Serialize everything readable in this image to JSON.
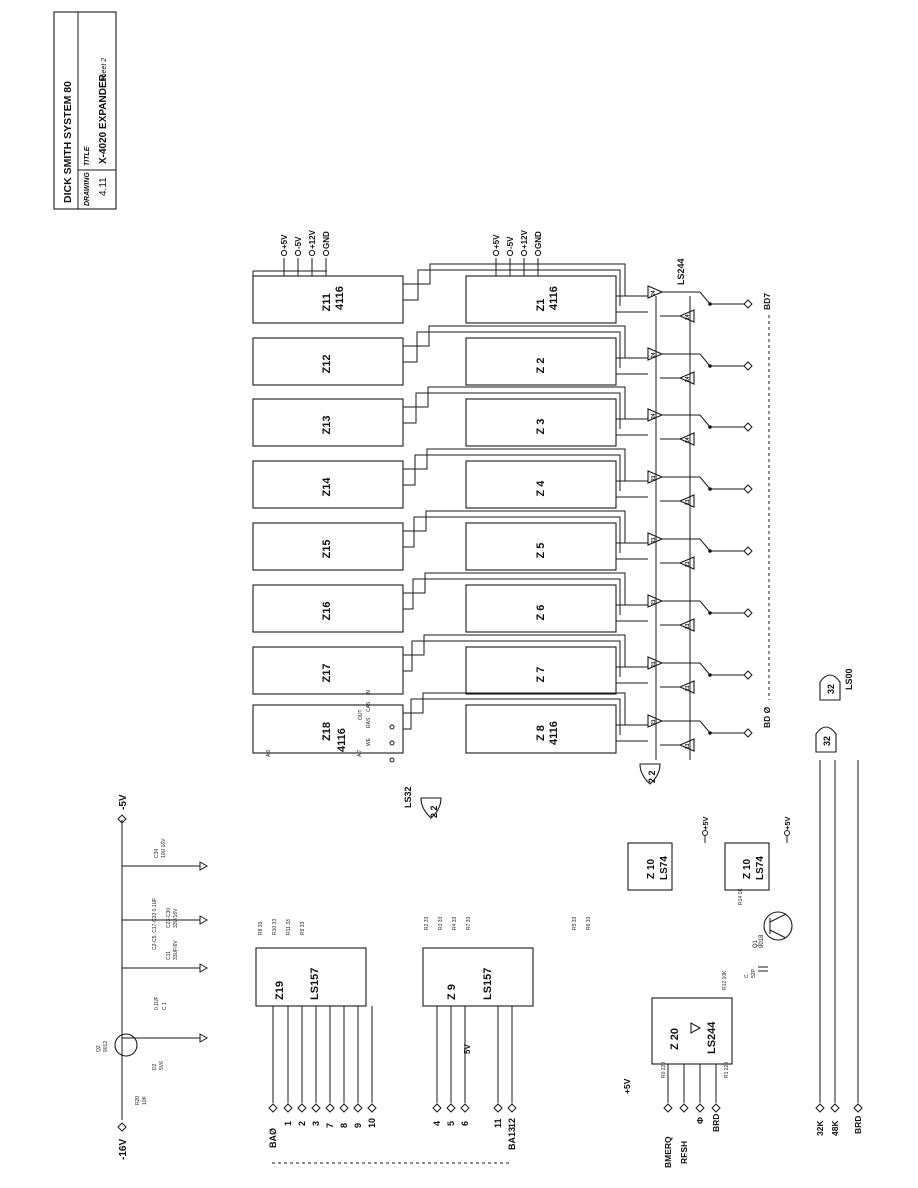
{
  "title_block": {
    "company": "DICK SMITH SYSTEM 80",
    "drawing_label": "DRAWING",
    "drawing_no": "4.11",
    "title_label": "TITLE",
    "title": "X-4020 EXPANDER",
    "sheet": "Sheet 2"
  },
  "rams": {
    "upper": [
      {
        "id": "Z11",
        "part": "4116"
      },
      {
        "id": "Z12",
        "part": ""
      },
      {
        "id": "Z13",
        "part": ""
      },
      {
        "id": "Z14",
        "part": ""
      },
      {
        "id": "Z15",
        "part": ""
      },
      {
        "id": "Z16",
        "part": ""
      },
      {
        "id": "Z17",
        "part": ""
      },
      {
        "id": "Z18",
        "part": "4116"
      }
    ],
    "lower": [
      {
        "id": "Z1",
        "part": "4116"
      },
      {
        "id": "Z 2",
        "part": ""
      },
      {
        "id": "Z 3",
        "part": ""
      },
      {
        "id": "Z 4",
        "part": ""
      },
      {
        "id": "Z 5",
        "part": ""
      },
      {
        "id": "Z 6",
        "part": ""
      },
      {
        "id": "Z 7",
        "part": ""
      },
      {
        "id": "Z 8",
        "part": "4116"
      }
    ]
  },
  "z18_pins": {
    "we": "WE",
    "ras": "RAS",
    "cas": "CAS",
    "in": "IN",
    "out": "OUT",
    "a7": "A 7",
    "a0": "A 0"
  },
  "power_upper": [
    "+5V",
    "-5V",
    "+12V",
    "GND"
  ],
  "power_lower": [
    "+5V",
    "-5V",
    "+12V",
    "GND"
  ],
  "buffer_labels": {
    "ls244": "LS244",
    "bd7": "BD7",
    "bd0": "BD Ø"
  },
  "buffer_nums": [
    "24",
    "24",
    "24",
    "21",
    "21",
    "21",
    "21",
    "21"
  ],
  "gates": {
    "g22a": "2 2",
    "ls32": "LS32",
    "g22b": "2 2",
    "g32a": "32",
    "g32b": "32",
    "ls00": "LS00"
  },
  "flipflops": [
    {
      "id": "Z 10",
      "part": "LS74"
    },
    {
      "id": "Z 10",
      "part": "LS74"
    }
  ],
  "ff_supply": [
    "+5V",
    "+5V"
  ],
  "buffer_z20": {
    "id": "Z 20",
    "part": "LS244"
  },
  "muxes": [
    {
      "id": "Z19",
      "part": "LS157"
    },
    {
      "id": "Z 9",
      "part": "LS157"
    }
  ],
  "mux_side": "5V",
  "transistor_q1": {
    "name": "Q1",
    "type": "9018"
  },
  "transistor_q2": {
    "name": "Q2",
    "type": "9012"
  },
  "power_section": {
    "neg16": "-16V",
    "neg5": "-5V",
    "r20": "R20",
    "r20_val": "10K",
    "d2": "D2",
    "d2_val": "5V6",
    "c1": "C 1",
    "c1_val": "0.1UF",
    "c11": "C11",
    "c11_val": "33UF/6V",
    "c34": "C34",
    "c34_val": "10U 16V",
    "cbank": "C2-C5, C17-C32  0.1UF",
    "c23": "C23-C30",
    "c23_val": "33U/16V"
  },
  "resistor_labels": [
    "R8 33",
    "R10 33",
    "R11 33",
    "R9 33",
    "R2 33",
    "R3 33",
    "R4 33",
    "R7 33",
    "R5 33",
    "R6 33",
    "R14 1K",
    "R12 10K",
    "R1 220",
    "R0 220"
  ],
  "cap_c": {
    "name": "C",
    "val": "52P"
  },
  "left_inputs": {
    "ba0": "BAØ",
    "upper": [
      "1",
      "2",
      "3"
    ],
    "mid": [
      "7",
      "8",
      "9",
      "10"
    ],
    "lower": [
      "4",
      "5",
      "6"
    ],
    "bottom": [
      "11",
      "12"
    ],
    "ba13": "BA13"
  },
  "control_inputs": [
    "BMERQ",
    "RFSH",
    "Φ",
    "BRD"
  ],
  "plus5": "+5V",
  "bottom_inputs": [
    "32K",
    "48K",
    "BRD"
  ]
}
